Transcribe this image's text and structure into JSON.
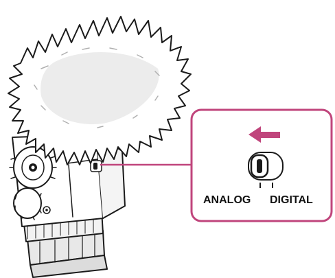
{
  "colors": {
    "accent": "#c0457c",
    "line": "#1a1a1a",
    "shade": "#e6e6e6"
  },
  "switch": {
    "left_label": "ANALOG",
    "right_label": "DIGITAL",
    "arrow_direction": "left",
    "position": "analog"
  }
}
